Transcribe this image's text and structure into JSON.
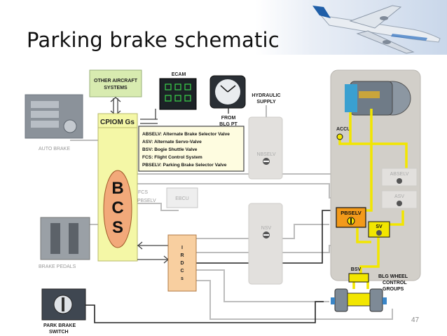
{
  "slide": {
    "title": "Parking brake schematic",
    "page_number": "47"
  },
  "labels": {
    "other_aircraft_l1": "OTHER AIRCRAFT",
    "other_aircraft_l2": "SYSTEMS",
    "ecam": "ECAM",
    "from_l1": "FROM",
    "from_l2": "BLG PT",
    "hydraulic_l1": "HYDRAULIC",
    "hydraulic_l2": "SUPPLY",
    "auto_brake": "AUTO BRAKE",
    "cpiom": "CPIOM Gs",
    "bcs_b": "B",
    "bcs_c": "C",
    "bcs_s": "S",
    "fcs": "FCS",
    "pbselv_small": "PBSELV",
    "ebcu": "EBCU",
    "brake_pedals": "BRAKE PEDALS",
    "park_brake_l1": "PARK BRAKE",
    "park_brake_l2": "SWITCH",
    "irdcs": [
      "I",
      "R",
      "D",
      "C",
      "s"
    ],
    "nbselv": "NBSELV",
    "nsv": "NSV",
    "accu": "ACCU",
    "absselv": "ABSELV",
    "asv": "ASV",
    "pbselv": "PBSELV",
    "sv": "SV",
    "bsv": "BSV",
    "blg_l1": "BLG WHEEL",
    "blg_l2": "CONTROL",
    "blg_l3": "GROUPS"
  },
  "legend": [
    "ABSELV: Alternate Brake Selector Valve",
    "ASV: Alternate Servo-Valve",
    "BSV: Bogie Shuttle Valve",
    "FCS: Flight Control System",
    "PBSELV: Parking Brake Selector Valve"
  ],
  "colors": {
    "hydraulic_yellow": "#f2e600",
    "bcs_panel": "#f4f7a6",
    "pbselv_orange": "#f39a1a",
    "irdcs_box": "#f8cfa0",
    "grey_panel": "#d2cfc9",
    "other_systems_green": "#d8ebb0"
  }
}
